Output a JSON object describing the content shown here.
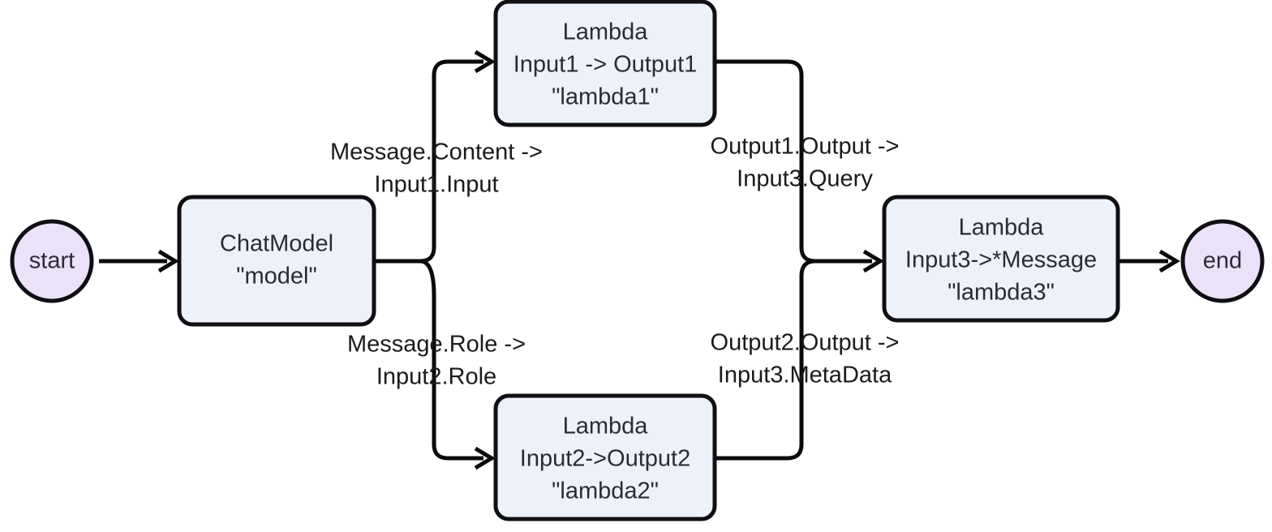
{
  "diagram": {
    "title": "Graph workflow: ChatModel fan-out to lambdas and fan-in to lambda3",
    "background_color": "#ffffff",
    "node_fill_rect": "#edf2fa",
    "node_fill_circle": "#ebe1f8",
    "node_stroke": "#0f0f14",
    "edge_stroke": "#0a0a0a",
    "text_color": "#2b2b36"
  },
  "nodes": {
    "start": {
      "id": "start",
      "shape": "circle",
      "label": "start"
    },
    "end": {
      "id": "end",
      "shape": "circle",
      "label": "end"
    },
    "chatmodel": {
      "id": "model",
      "shape": "rounded-rect",
      "line1": "ChatModel",
      "line2": "\"model\""
    },
    "lambda1": {
      "id": "lambda1",
      "shape": "rounded-rect",
      "line1": "Lambda",
      "line2": "Input1 -> Output1",
      "line3": "\"lambda1\""
    },
    "lambda2": {
      "id": "lambda2",
      "shape": "rounded-rect",
      "line1": "Lambda",
      "line2": "Input2->Output2",
      "line3": "\"lambda2\""
    },
    "lambda3": {
      "id": "lambda3",
      "shape": "rounded-rect",
      "line1": "Lambda",
      "line2": "Input3->*Message",
      "line3": "\"lambda3\""
    }
  },
  "edges": {
    "start_to_model": {
      "from": "start",
      "to": "model",
      "label": ""
    },
    "model_to_lambda1": {
      "from": "model",
      "to": "lambda1",
      "label_line1": "Message.Content ->",
      "label_line2": "Input1.Input"
    },
    "model_to_lambda2": {
      "from": "model",
      "to": "lambda2",
      "label_line1": "Message.Role ->",
      "label_line2": "Input2.Role"
    },
    "lambda1_to_lambda3": {
      "from": "lambda1",
      "to": "lambda3",
      "label_line1": "Output1.Output ->",
      "label_line2": "Input3.Query"
    },
    "lambda2_to_lambda3": {
      "from": "lambda2",
      "to": "lambda3",
      "label_line1": "Output2.Output ->",
      "label_line2": "Input3.MetaData"
    },
    "lambda3_to_end": {
      "from": "lambda3",
      "to": "end",
      "label": ""
    }
  },
  "chart_data": {
    "type": "diagram",
    "graph_type": "directed-flow-graph",
    "title": "ChatModel fan-out / fan-in lambda pipeline",
    "node_list": [
      "start",
      "model",
      "lambda1",
      "lambda2",
      "lambda3",
      "end"
    ],
    "edge_list": [
      {
        "source": "start",
        "target": "model",
        "label": ""
      },
      {
        "source": "model",
        "target": "lambda1",
        "label": "Message.Content -> Input1.Input"
      },
      {
        "source": "model",
        "target": "lambda2",
        "label": "Message.Role -> Input2.Role"
      },
      {
        "source": "lambda1",
        "target": "lambda3",
        "label": "Output1.Output -> Input3.Query"
      },
      {
        "source": "lambda2",
        "target": "lambda3",
        "label": "Output2.Output -> Input3.MetaData"
      },
      {
        "source": "lambda3",
        "target": "end",
        "label": ""
      }
    ]
  }
}
